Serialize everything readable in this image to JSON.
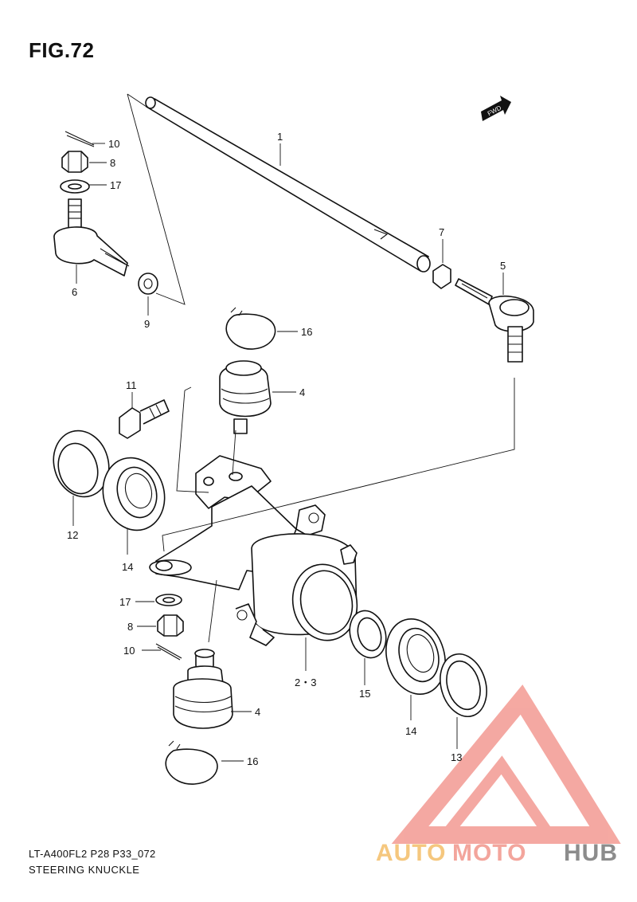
{
  "figure": {
    "title": "FIG.72",
    "model_code": "LT-A400FL2 P28 P33_072",
    "section_name": "STEERING KNUCKLE",
    "direction_tag": "FWD"
  },
  "callouts": [
    "1",
    "4",
    "4",
    "5",
    "6",
    "7",
    "8",
    "8",
    "9",
    "10",
    "10",
    "11",
    "12",
    "13",
    "14",
    "14",
    "15",
    "16",
    "16",
    "17",
    "17",
    "2・3"
  ],
  "watermark": {
    "part_a": "AUTO",
    "part_b": "MOTO",
    "part_c": "HUB",
    "color_a": "#f5c77e",
    "color_b": "#f3a59c",
    "color_c": "#8c8c8c",
    "logo_color": "#f39a92"
  }
}
